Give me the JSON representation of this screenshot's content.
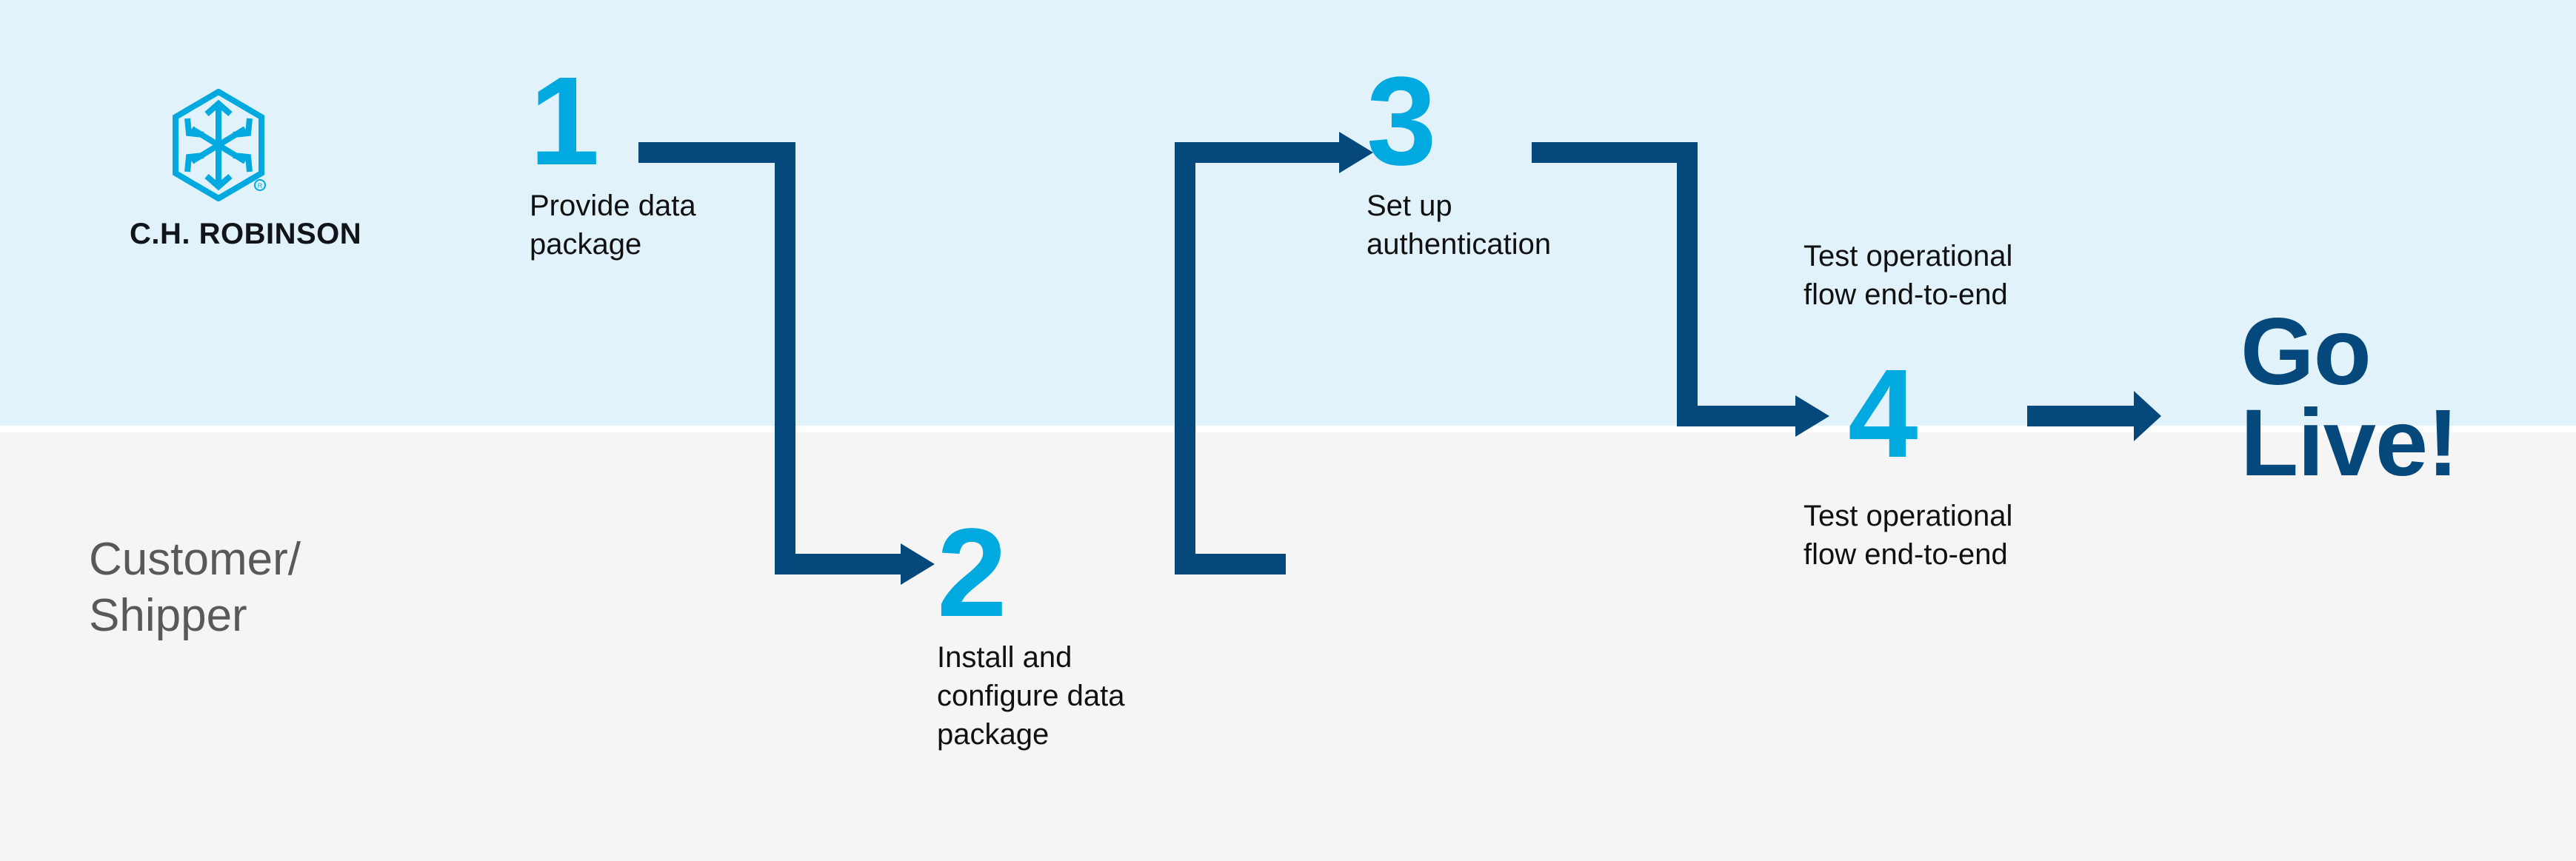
{
  "bands": {
    "top_label": "",
    "bottom_label": "Customer/\nShipper"
  },
  "brand": {
    "logo_icon": "chr-cube-hexagon-icon",
    "wordmark": "C.H. ROBINSON",
    "registered_mark": "®"
  },
  "lane": {
    "label_line1": "Customer/",
    "label_line2": "Shipper"
  },
  "steps": [
    {
      "number": "1",
      "label_line1": "Provide data",
      "label_line2": "package"
    },
    {
      "number": "2",
      "label_line1": "Install and",
      "label_line2": "configure data",
      "label_line3": "package"
    },
    {
      "number": "3",
      "label_line1": "Set up",
      "label_line2": "authentication"
    },
    {
      "number": "4",
      "label_line1": "Test operational",
      "label_line2": "flow end-to-end"
    }
  ],
  "note_after_step3": {
    "line1": "Test operational",
    "line2": "flow end-to-end"
  },
  "final": {
    "line1": "Go",
    "line2": "Live!"
  },
  "colors": {
    "accent_cyan": "#00a9e0",
    "accent_navy": "#05497c",
    "band_top": "#e1f2fa",
    "band_bottom": "#f5f5f5",
    "text_dark": "#101010",
    "text_gray": "#58595b"
  },
  "connectors": [
    {
      "name": "step1-to-step2",
      "from": "1",
      "to": "2",
      "shape": "right-down-right-arrow"
    },
    {
      "name": "step2-to-step3",
      "from": "2",
      "to": "3",
      "shape": "right-up-right-arrow"
    },
    {
      "name": "step3-to-step4",
      "from": "3",
      "to": "4",
      "shape": "right-down-right-arrow"
    },
    {
      "name": "step4-to-golive",
      "from": "4",
      "to": "Go Live!",
      "shape": "right-arrow"
    }
  ]
}
